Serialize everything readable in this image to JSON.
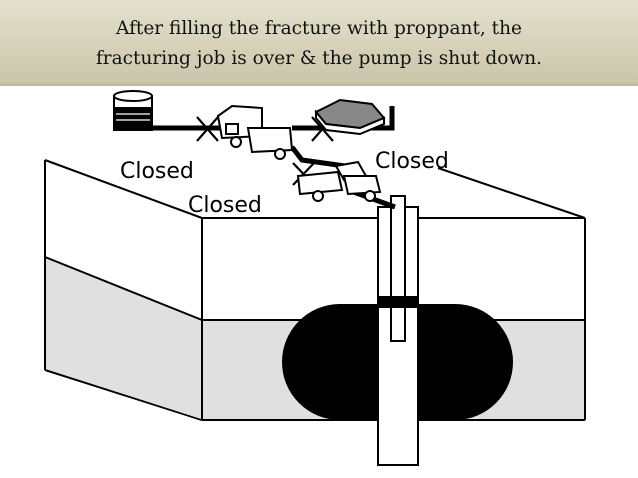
{
  "caption": {
    "line1": "After filling the fracture with proppant, the",
    "line2": "fracturing job is over & the pump is shut down."
  },
  "labels": {
    "closed_left": "Closed",
    "closed_middle": "Closed",
    "closed_right": "Closed"
  },
  "colors": {
    "banner_bg": "#d8d4bc",
    "ground_fill": "#e0e0e0",
    "fracture": "#000000"
  }
}
